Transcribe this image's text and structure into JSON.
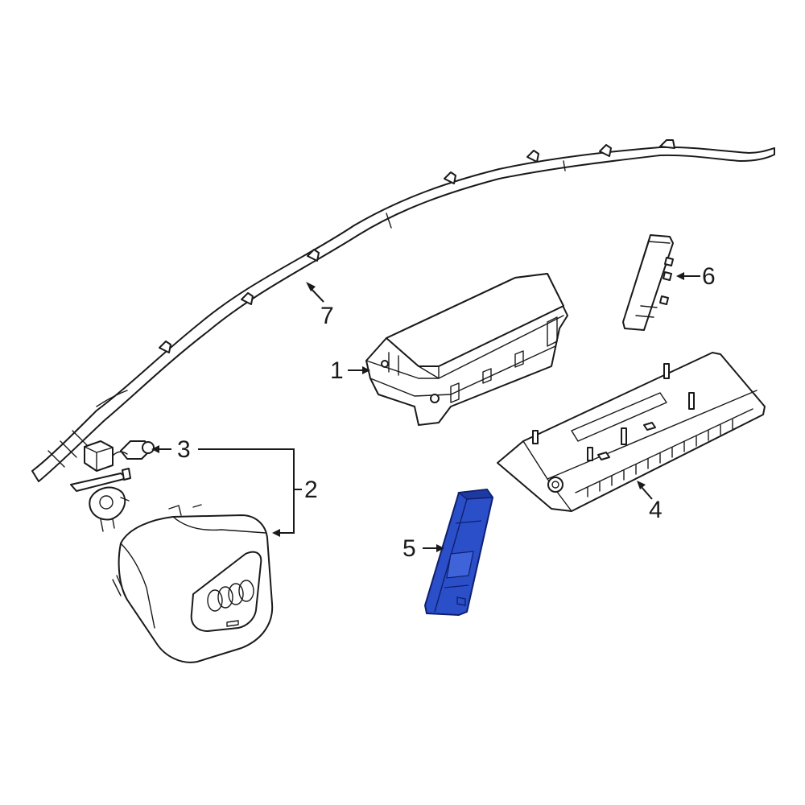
{
  "callouts": [
    {
      "id": "1",
      "label": "1"
    },
    {
      "id": "2",
      "label": "2"
    },
    {
      "id": "3",
      "label": "3"
    },
    {
      "id": "4",
      "label": "4"
    },
    {
      "id": "5",
      "label": "5"
    },
    {
      "id": "6",
      "label": "6"
    },
    {
      "id": "7",
      "label": "7"
    }
  ],
  "highlighted_part": "5",
  "colors": {
    "line": "#1a1a1a",
    "highlight": "#2a4fc9",
    "highlight_shade": "#1d3aa3",
    "background": "#ffffff"
  },
  "icons": {
    "steering_wheel_logo": "four-rings-logo"
  }
}
